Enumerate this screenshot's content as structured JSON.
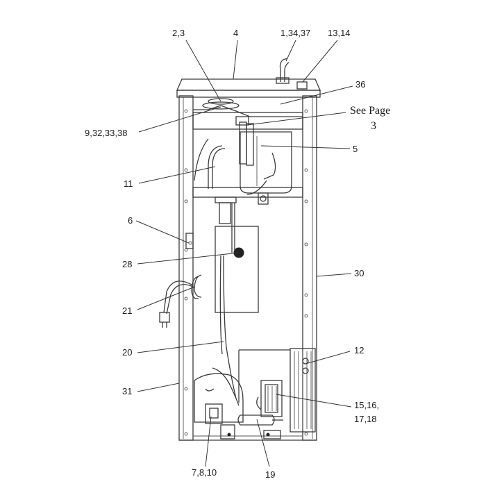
{
  "callouts": {
    "c_2_3": "2,3",
    "c_4": "4",
    "c_1_34_37": "1,34,37",
    "c_13_14": "13,14",
    "c_36": "36",
    "c_see_page_line1": "See Page",
    "c_see_page_line2": "3",
    "c_9_32_33_38": "9,32,33,38",
    "c_5": "5",
    "c_11": "11",
    "c_6": "6",
    "c_28": "28",
    "c_30": "30",
    "c_21": "21",
    "c_20": "20",
    "c_12": "12",
    "c_31": "31",
    "c_15_16_17_18_line1": "15,16,",
    "c_15_16_17_18_line2": "17,18",
    "c_7_8_10": "7,8,10",
    "c_19": "19"
  }
}
